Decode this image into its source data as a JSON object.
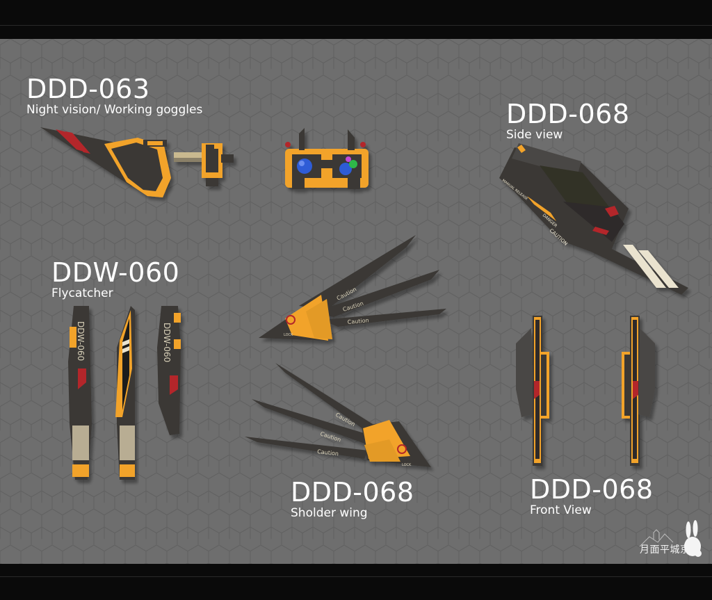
{
  "labels": {
    "goggles": {
      "code": "DDD-063",
      "sub": "Night vision/ Working goggles"
    },
    "side": {
      "code": "DDD-068",
      "sub": "Side view"
    },
    "flycatcher": {
      "code": "DDW-060",
      "sub": "Flycatcher"
    },
    "wing": {
      "code": "DDD-068",
      "sub": "Sholder wing"
    },
    "front": {
      "code": "DDD-068",
      "sub": "Front View"
    }
  },
  "decals": {
    "caution": "CAUTION",
    "danger": "DANGER",
    "manual_release": "MANUAL RELEASE",
    "lock": "LOCK",
    "wing_caution": "Caution",
    "flycatcher_print": "DDW-060"
  },
  "watermark": {
    "text": "月面平城京"
  },
  "colors": {
    "background": "#6e6e6e",
    "panel_dark": "#3a3835",
    "accent_orange": "#f2a32a",
    "stripe_red": "#b3262b",
    "stripe_cream": "#eae3cf"
  }
}
